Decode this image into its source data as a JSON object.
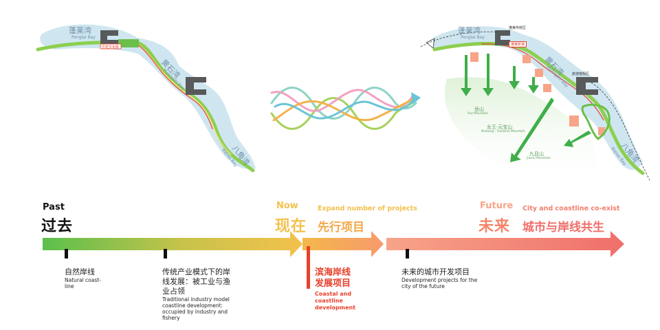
{
  "colors": {
    "sea": "#cfe6f0",
    "green": "#5bbf4d",
    "orange": "#f2b24a",
    "coral": "#f47f6e",
    "red": "#e8412b",
    "yellow": "#f3c14d"
  },
  "maps": {
    "left": {
      "bay1_cn": "蓬莱湾",
      "bay1_en": "Penglai Bay",
      "bay2_cn": "黄石湾",
      "bay2_en": "Huangshi Bay",
      "bay3_cn": "八角湾",
      "bay3_en": "Bajiao Bay",
      "label": "历史文化街"
    },
    "right": {
      "bay1_cn": "蓬莱湾",
      "bay1_en": "Penglai Bay",
      "bay2_cn": "黄石湾",
      "bay2_en": "Huangshi Bay",
      "bay3_cn": "八角湾",
      "bay3_en": "Bajiao Bay",
      "label": "蓬莱新港",
      "label_top": "蓬莱传统区",
      "district": "旅游度假区",
      "mountain1_cn": "岳山",
      "mountain1_en": "Yue Mountain",
      "mountain2_cn": "女王·元宝山",
      "mountain2_en": "Nvwang - Yuanbao Mountain",
      "mountain3_cn": "九目山",
      "mountain3_en": "Jiumu Mountain"
    }
  },
  "timeline": {
    "past": {
      "en": "Past",
      "cn": "过去"
    },
    "now": {
      "en": "Now",
      "cn": "现在",
      "sub_en": "Expand number of projects",
      "sub_cn": "先行项目"
    },
    "future": {
      "en": "Future",
      "cn": "未来",
      "sub_en": "City and coastline co-exist",
      "sub_cn": "城市与岸线共生"
    },
    "notes": [
      {
        "cn": "自然岸线",
        "en": "Natural coast-\nline"
      },
      {
        "cn": "传统产业模式下的岸\n线发展：被工业与渔\n业占领",
        "en": "Traditional industry model\ncoastline development:\noccupied by industry and\nfishery"
      },
      {
        "cn": "滨海岸线\n发展项目",
        "en": "Coastal and\ncoastline\ndevelopment"
      },
      {
        "cn": "未来的城市开发项目",
        "en": "Development projects for the\ncity of the future"
      }
    ]
  }
}
